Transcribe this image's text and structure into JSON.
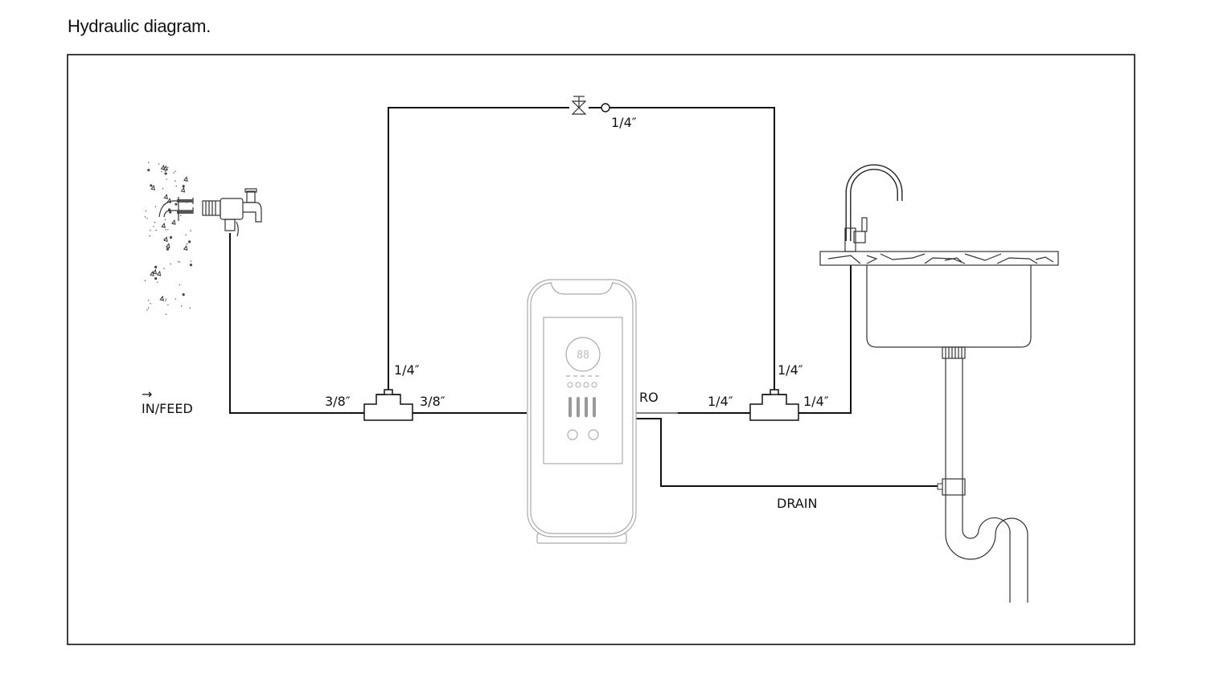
{
  "title": "Hydraulic diagram.",
  "labels": {
    "in_feed_arrow": "→",
    "in_feed": "IN/FEED",
    "feed_tee_left": "3/8″",
    "feed_tee_right": "3/8″",
    "feed_tee_top": "1/4″",
    "top_line": "1/4″",
    "ro": "RO",
    "ro_tee_left": "1/4″",
    "ro_tee_right": "1/4″",
    "ro_tee_top": "1/4″",
    "drain": "DRAIN",
    "device_display": "88"
  },
  "colors": {
    "line": "#111111",
    "device_outline": "#aaaaaa",
    "background": "#ffffff"
  }
}
